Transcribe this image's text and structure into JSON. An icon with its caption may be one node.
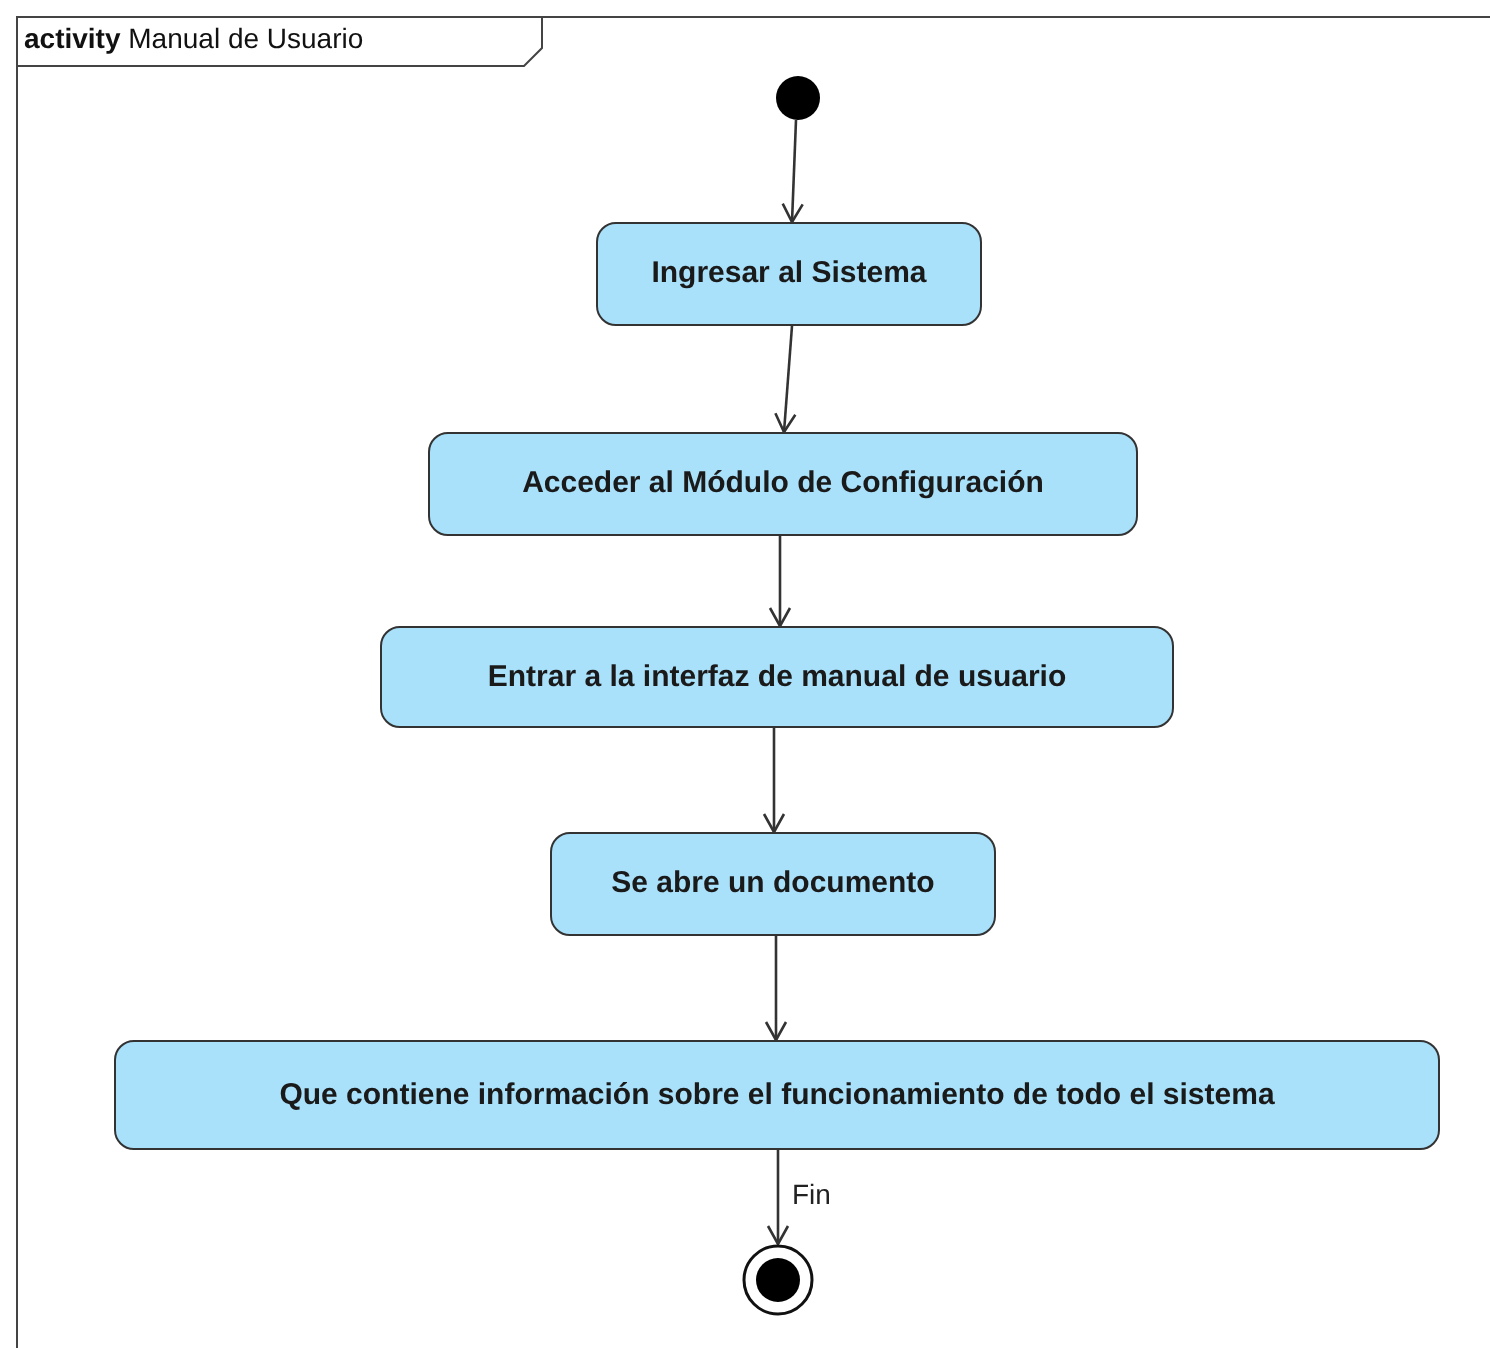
{
  "diagram": {
    "title": "**activity** Manual de Usuario",
    "nodes": [
      {
        "text": [],
        "shape": "circle"
      },
      {
        "text": [
          "Ingresar al Sistema"
        ]
      },
      {
        "text": [
          "Acceder al Módulo de Configuración"
        ]
      },
      {
        "text": [
          "Entrar a la interfaz de manual de usuario"
        ]
      },
      {
        "text": [
          "Se abre un documento"
        ]
      },
      {
        "text": [
          "Que contiene información sobre el funcionamiento de todo el sistema"
        ]
      },
      {
        "text": [],
        "shape": "bullseye"
      }
    ],
    "edges": [
      {
        "from": 0,
        "to": 1,
        "arrow": "to"
      },
      {
        "from": 1,
        "to": 2,
        "arrow": "to"
      },
      {
        "from": 2,
        "to": 3,
        "arrow": "to"
      },
      {
        "from": 3,
        "to": 4,
        "arrow": "to"
      },
      {
        "from": 4,
        "to": 5,
        "arrow": "to"
      },
      {
        "from": 5,
        "to": 6,
        "arrow": "to",
        "label": "Fin"
      }
    ]
  }
}
